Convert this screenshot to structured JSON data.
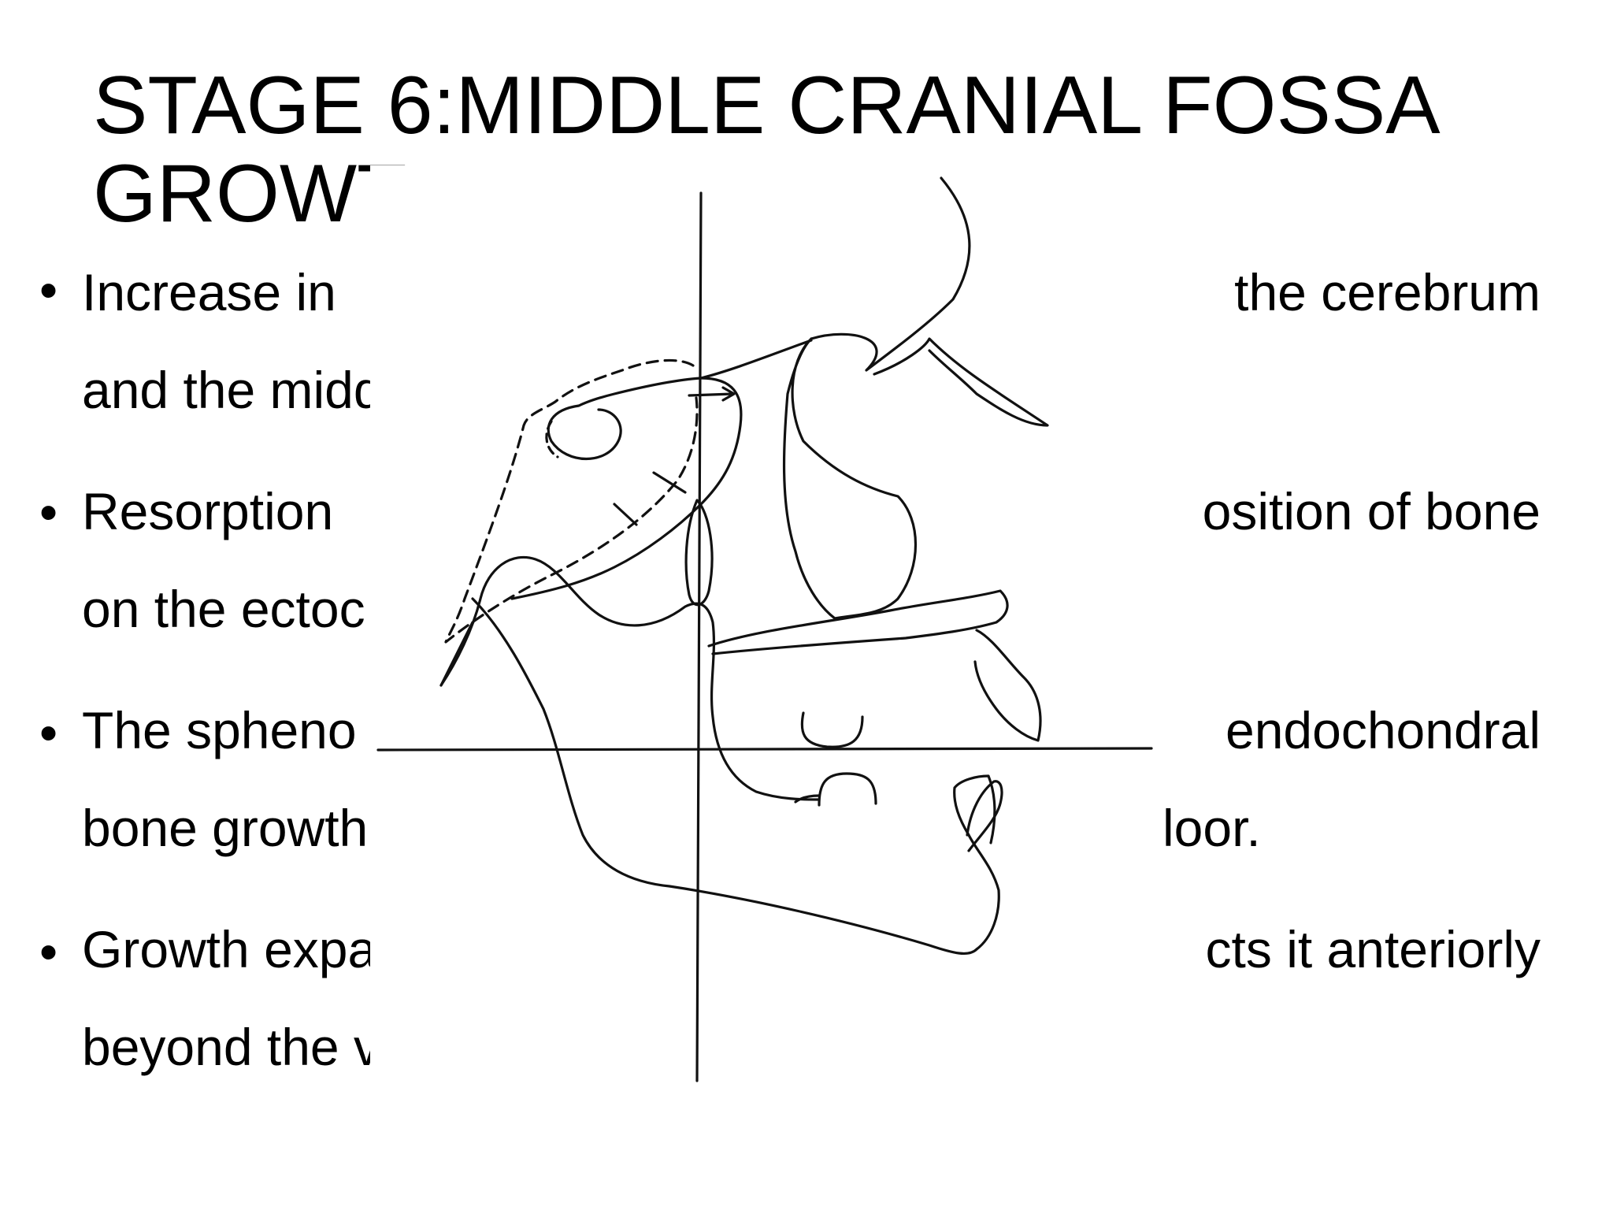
{
  "slide": {
    "title_line1": "STAGE 6:MIDDLE CRANIAL FOSSA",
    "title_line2": "GROWT",
    "bullets": [
      {
        "left": "Increase  in",
        "right": "the  cerebrum"
      },
      {
        "left": "and the midď",
        "right": ""
      },
      {
        "left": " Resorption",
        "right": "osition of bone"
      },
      {
        "left": "on the ectoc",
        "right": ""
      },
      {
        "left": "The  spheno",
        "right": "endochondral"
      },
      {
        "left": "bone growth",
        "right": "loor."
      },
      {
        "left": "Growth  expa",
        "right": "cts  it  anteriorly"
      },
      {
        "left": "beyond the v",
        "right": ""
      }
    ],
    "bullet_char": "•"
  },
  "figure": {
    "kind": "cephalometric-tracing",
    "stroke_color": "#111111"
  }
}
